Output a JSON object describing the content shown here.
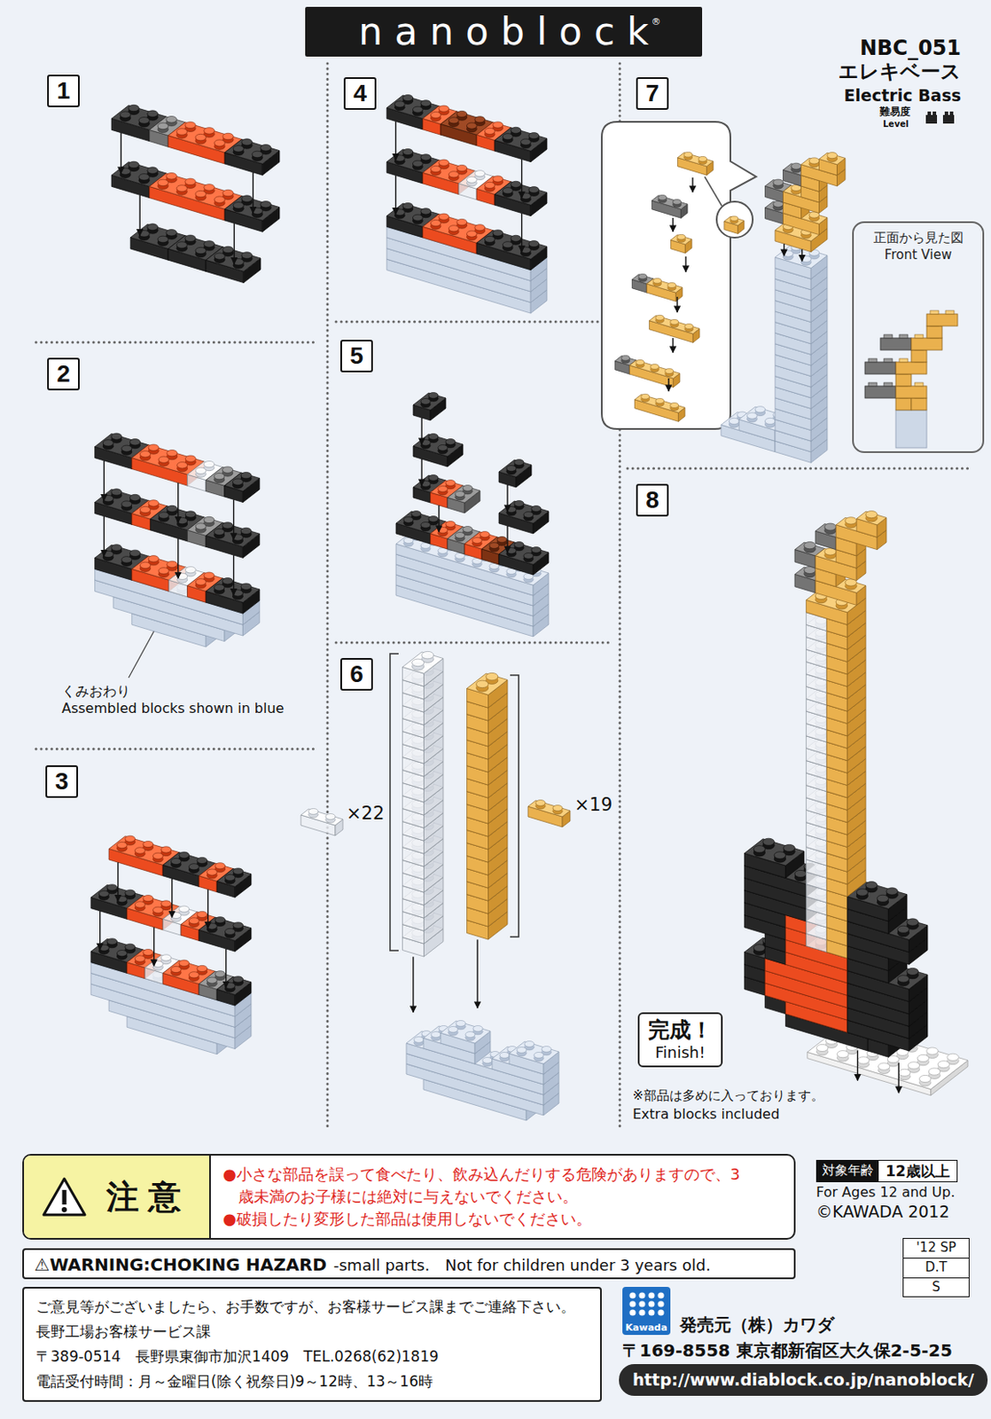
{
  "diagram": {
    "title": "nanoblock",
    "nodes": [
      {
        "text": [
          "1"
        ]
      },
      {
        "text": [
          "4"
        ]
      },
      {
        "text": [
          "7"
        ]
      },
      {
        "text": [
          "正面から見た図",
          "Front View"
        ]
      },
      {
        "text": [
          "2"
        ]
      },
      {
        "text": [
          "5"
        ]
      },
      {
        "text": [
          "8"
        ]
      },
      {
        "text": [
          "3"
        ]
      },
      {
        "text": [
          "6"
        ]
      },
      {
        "text": [
          "完成！",
          "Finish!"
        ]
      },
      {
        "text": [
          "●小さな部品を誤って食べたり、飲み込んだりする危険がありますので、3歳未満のお子様には絶対に与えないでください。",
          "●破損したり変形した部品は使用しないでください。"
        ]
      },
      {
        "text": [
          "注意"
        ],
        "in": 10
      },
      {
        "text": [
          "対象年齢",
          "12歳以上"
        ]
      },
      {
        "text": [
          "⚠WARNING:CHOKING HAZARD",
          "-small parts.",
          "Not for children under 3 years old."
        ]
      },
      {
        "text": [
          "'12 SP",
          "D.T",
          "S"
        ]
      },
      {
        "text": [
          "ご意見等がございましたら、お手数ですが、お客様サービス課までご連絡下さい。",
          "長野工場お客様サービス課",
          "〒389-0514　長野県東御市加沢1409　TEL.0268(62)1819",
          "電話受付時間：月～金曜日(除く祝祭日)9～12時、13～16時"
        ]
      },
      {
        "text": [
          "Kawada"
        ]
      },
      {
        "text": [
          "http://www.diablock.co.jp/nanoblock/"
        ]
      }
    ],
    "labels": [
      "®",
      "NBC_051",
      "エレキベース",
      "Electric Bass",
      "難易度",
      "Level",
      "くみおわり",
      "Assembled blocks shown in blue",
      "×22",
      "×19",
      "※部品は多めに入っております。",
      "Extra blocks included",
      "For Ages 12 and Up.",
      "©KAWADA 2012",
      "発売元（株）カワダ",
      "〒169-8558 東京都新宿区大久保2-5-25"
    ]
  }
}
